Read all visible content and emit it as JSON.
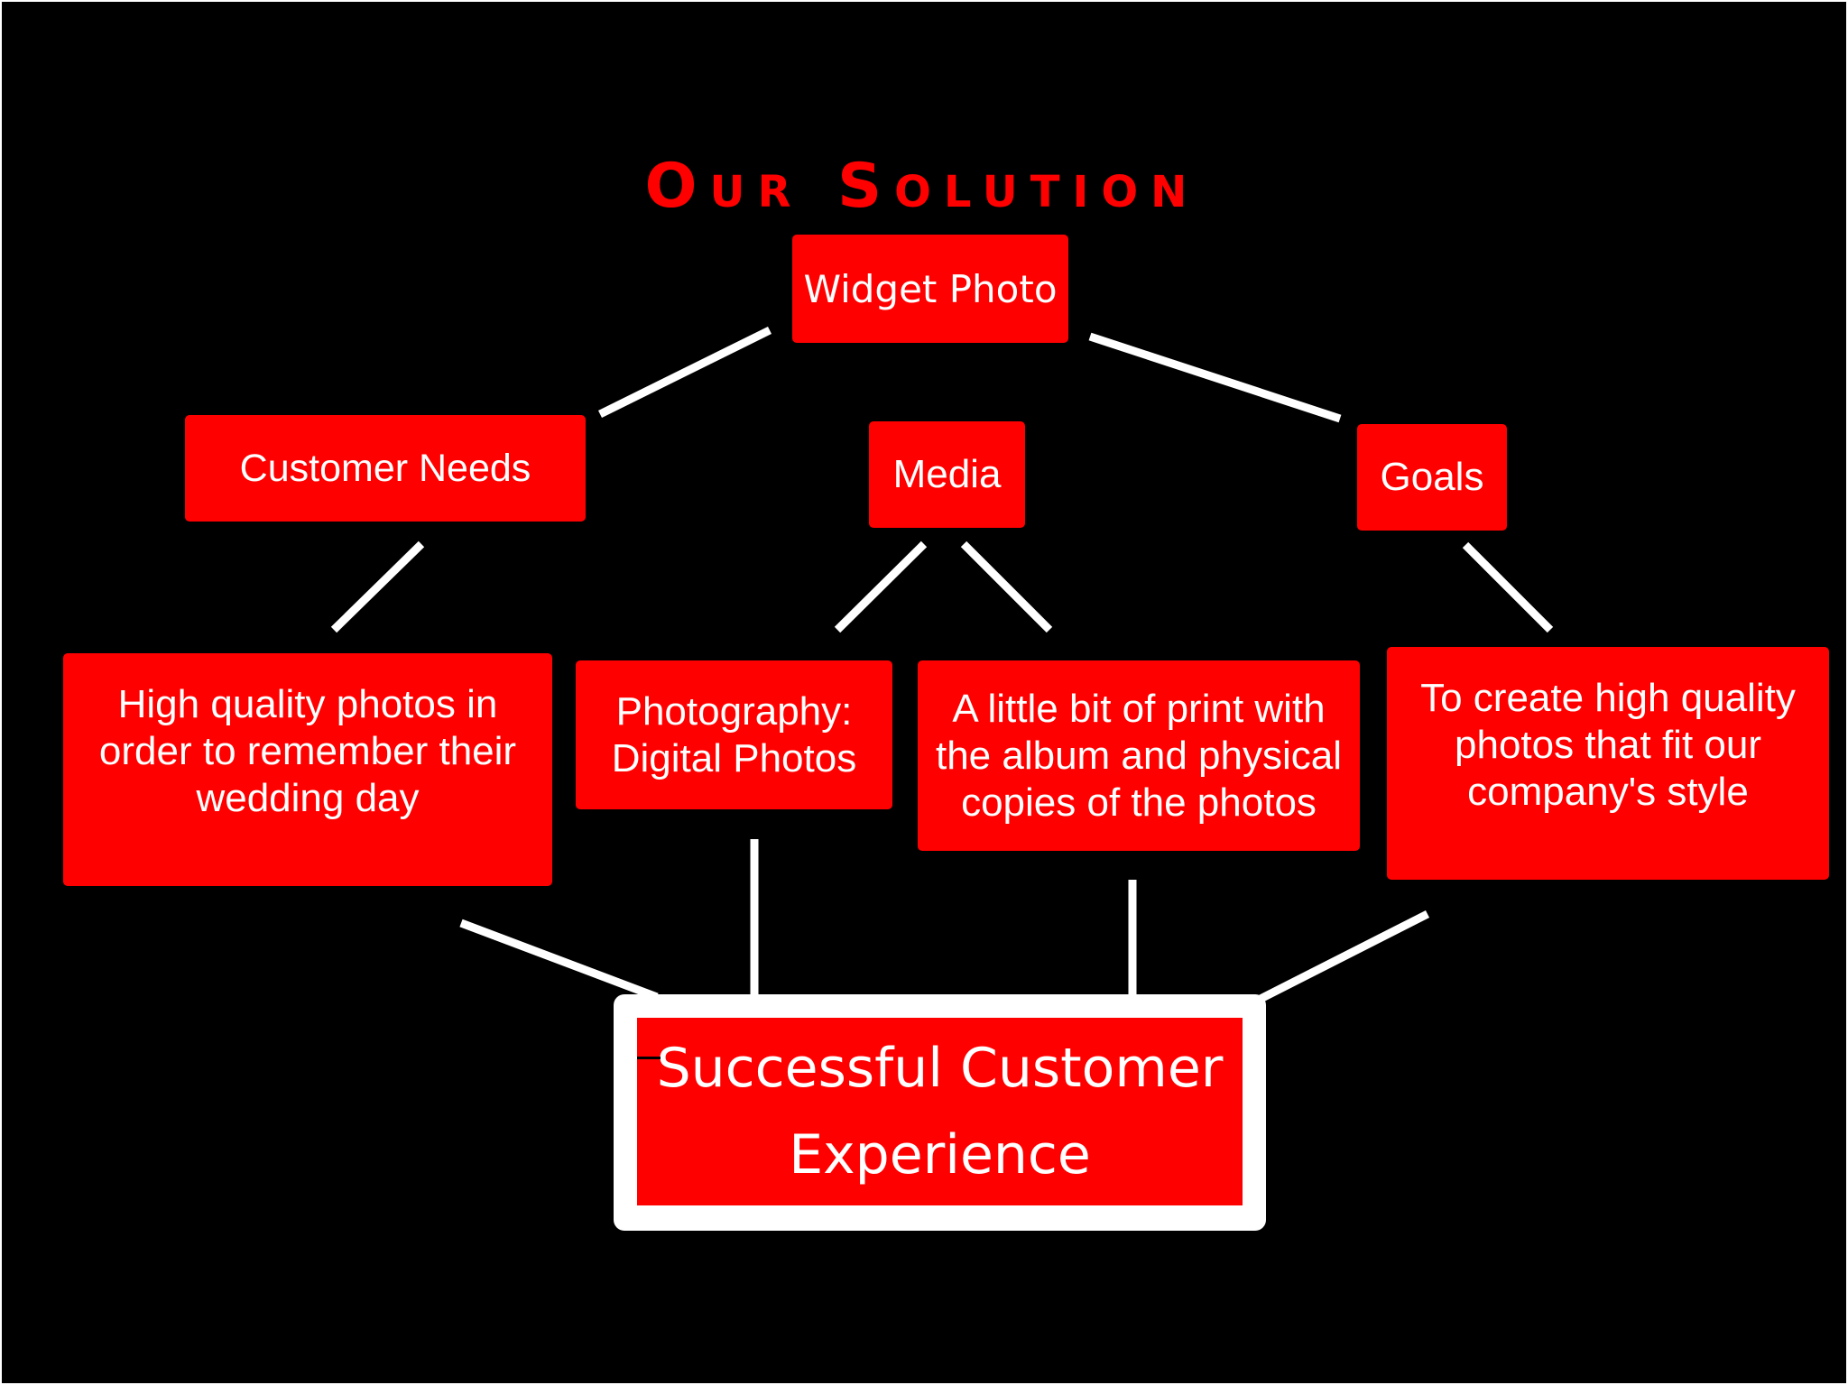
{
  "title": "Our Solution",
  "colors": {
    "background": "#000000",
    "box_fill": "#ff0000",
    "text": "#ffffff",
    "connector": "#ffffff",
    "title": "#ff0000"
  },
  "nodes": {
    "root": "Widget Photo",
    "customer_needs": "Customer Needs",
    "media": "Media",
    "goals": "Goals",
    "high_quality": [
      "High quality photos in",
      "order to remember their",
      "wedding day"
    ],
    "photography": [
      "Photography:",
      "Digital Photos"
    ],
    "print": [
      "A little bit of print with",
      "the album and physical",
      "copies of the photos"
    ],
    "create": [
      "To create high quality",
      "photos that fit our",
      "company's style"
    ],
    "outcome": [
      "Successful Customer",
      "Experience"
    ]
  }
}
